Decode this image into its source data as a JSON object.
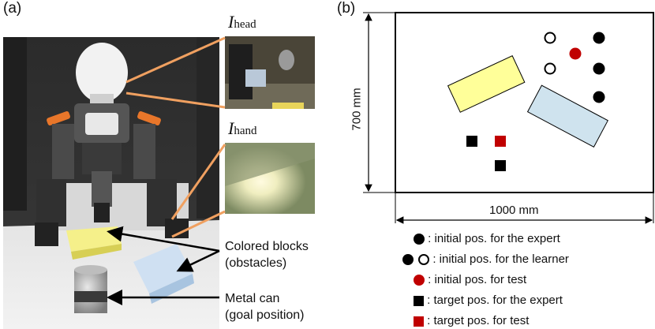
{
  "panel_a": {
    "label": "(a)",
    "head_image_label": {
      "symbol": "I",
      "subscript": "head"
    },
    "hand_image_label": {
      "symbol": "I",
      "subscript": "hand"
    },
    "callouts": {
      "blocks_line1": "Colored blocks",
      "blocks_line2": "(obstacles)",
      "can_line1": "Metal can",
      "can_line2": "(goal position)"
    }
  },
  "panel_b": {
    "label": "(b)",
    "height_dim": "700 mm",
    "width_dim": "1000 mm",
    "legend": [
      {
        "text": ": initial pos. for the expert"
      },
      {
        "text": ": initial pos. for the learner"
      },
      {
        "text": ": initial pos. for test"
      },
      {
        "text": ": target pos. for the expert"
      },
      {
        "text": ": target pos. for test"
      }
    ],
    "colors": {
      "expert": "#000000",
      "test": "#c00000",
      "yellow_block": "#ffff99",
      "blue_block": "#cfe3ee",
      "callout_line": "#f0a060"
    }
  }
}
